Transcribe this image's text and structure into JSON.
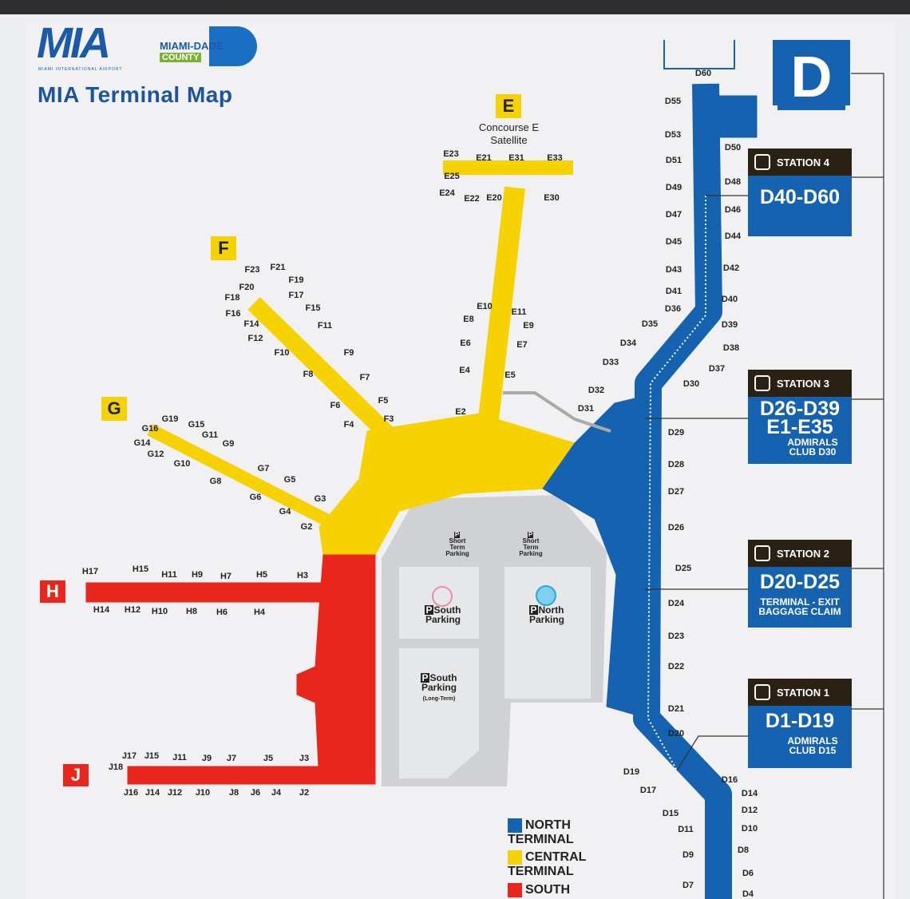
{
  "logo": {
    "mia": "MIA",
    "mia_subtitle": "MIAMI INTERNATIONAL AIRPORT",
    "county_name": "MIAMI-DADE",
    "county": "COUNTY"
  },
  "title": "MIA Terminal Map",
  "concourse_letters": {
    "d": "D",
    "e": "E",
    "f": "F",
    "g": "G",
    "h": "H",
    "j": "J"
  },
  "satellite_label": "Concourse E Satellite",
  "gates": {
    "E": [
      "E23",
      "E21",
      "E31",
      "E33",
      "E25",
      "E24",
      "E22",
      "E20",
      "E30",
      "E10",
      "E11",
      "E8",
      "E9",
      "E6",
      "E7",
      "E4",
      "E5",
      "E2"
    ],
    "F": [
      "F23",
      "F21",
      "F19",
      "F20",
      "F17",
      "F18",
      "F15",
      "F16",
      "F14",
      "F11",
      "F12",
      "F10",
      "F9",
      "F8",
      "F7",
      "F5",
      "F6",
      "F3",
      "F4"
    ],
    "G": [
      "G19",
      "G15",
      "G16",
      "G11",
      "G9",
      "G14",
      "G12",
      "G10",
      "G7",
      "G5",
      "G8",
      "G6",
      "G3",
      "G4",
      "G2"
    ],
    "H": [
      "H17",
      "H15",
      "H11",
      "H9",
      "H7",
      "H5",
      "H3",
      "H14",
      "H12",
      "H10",
      "H8",
      "H6",
      "H4"
    ],
    "J": [
      "J17",
      "J15",
      "J11",
      "J9",
      "J7",
      "J5",
      "J3",
      "J18",
      "J16",
      "J14",
      "J12",
      "J10",
      "J8",
      "J6",
      "J4",
      "J2"
    ],
    "D": [
      "D60",
      "D55",
      "D53",
      "D50",
      "D51",
      "D48",
      "D49",
      "D46",
      "D47",
      "D44",
      "D45",
      "D42",
      "D43",
      "D40",
      "D41",
      "D36",
      "D35",
      "D39",
      "D38",
      "D34",
      "D33",
      "D37",
      "D30",
      "D32",
      "D31",
      "D29",
      "D28",
      "D27",
      "D26",
      "D25",
      "D24",
      "D23",
      "D22",
      "D21",
      "D20",
      "D19",
      "D16",
      "D17",
      "D14",
      "D15",
      "D12",
      "D11",
      "D10",
      "D9",
      "D8",
      "D6",
      "D7",
      "D4"
    ]
  },
  "stations": [
    {
      "header": "STATION 4",
      "lines": [
        "D40-D60"
      ],
      "club": ""
    },
    {
      "header": "STATION 3",
      "lines": [
        "D26-D39",
        "E1-E35"
      ],
      "club": "ADMIRALS CLUB D30"
    },
    {
      "header": "STATION 2",
      "lines": [
        "D20-D25"
      ],
      "club": "TERMINAL - EXIT BAGGAGE CLAIM"
    },
    {
      "header": "STATION 1",
      "lines": [
        "D1-D19"
      ],
      "club": "ADMIRALS CLUB D15"
    }
  ],
  "parking": {
    "short_term": "Short Term Parking",
    "south": "South Parking",
    "north": "North Parking",
    "south_long": "South Parking",
    "long_term": "(Long-Term)",
    "p": "P"
  },
  "legend": [
    {
      "label": "NORTH TERMINAL",
      "color": "#1462b0"
    },
    {
      "label": "CENTRAL TERMINAL",
      "color": "#f5d200"
    },
    {
      "label": "SOUTH",
      "color": "#e8261b"
    }
  ],
  "colors": {
    "north": "#1462b0",
    "central": "#f5d200",
    "south": "#e8261b",
    "parking": "#cfd1d4"
  }
}
